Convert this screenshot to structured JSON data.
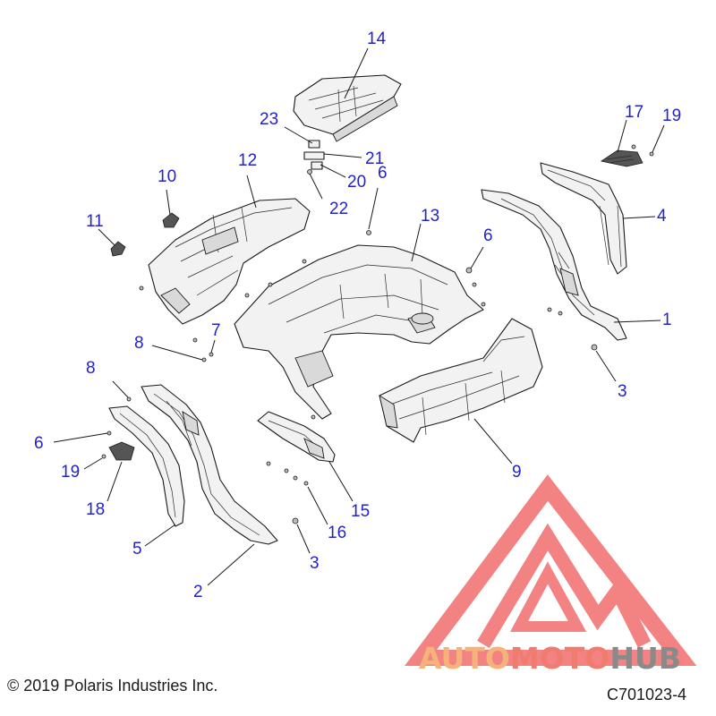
{
  "diagram": {
    "callouts": [
      {
        "id": "c14",
        "label": "14"
      },
      {
        "id": "c23",
        "label": "23"
      },
      {
        "id": "c21",
        "label": "21"
      },
      {
        "id": "c20",
        "label": "20"
      },
      {
        "id": "c22",
        "label": "22"
      },
      {
        "id": "c17",
        "label": "17"
      },
      {
        "id": "c19a",
        "label": "19"
      },
      {
        "id": "c12",
        "label": "12"
      },
      {
        "id": "c10",
        "label": "10"
      },
      {
        "id": "c11",
        "label": "11"
      },
      {
        "id": "c6a",
        "label": "6"
      },
      {
        "id": "c13",
        "label": "13"
      },
      {
        "id": "c6b",
        "label": "6"
      },
      {
        "id": "c4",
        "label": "4"
      },
      {
        "id": "c1",
        "label": "1"
      },
      {
        "id": "c3a",
        "label": "3"
      },
      {
        "id": "c8a",
        "label": "8"
      },
      {
        "id": "c7",
        "label": "7"
      },
      {
        "id": "c8b",
        "label": "8"
      },
      {
        "id": "c6c",
        "label": "6"
      },
      {
        "id": "c19b",
        "label": "19"
      },
      {
        "id": "c18",
        "label": "18"
      },
      {
        "id": "c5",
        "label": "5"
      },
      {
        "id": "c2",
        "label": "2"
      },
      {
        "id": "c15",
        "label": "15"
      },
      {
        "id": "c16",
        "label": "16"
      },
      {
        "id": "c3b",
        "label": "3"
      },
      {
        "id": "c9",
        "label": "9"
      }
    ]
  },
  "footer": {
    "copyright": "© 2019 Polaris Industries Inc.",
    "drawing_number": "C701023-4"
  },
  "watermark": {
    "word_part1": "AUTO",
    "word_part2": "MOTO",
    "word_part3": "HUB",
    "colors": {
      "auto": "#f5b27a",
      "moto": "#f07b6f",
      "hub": "#8a8a8a",
      "logo": "#f26d6d"
    }
  },
  "colors": {
    "callout": "#2323c8",
    "line": "#1a1a1a"
  }
}
